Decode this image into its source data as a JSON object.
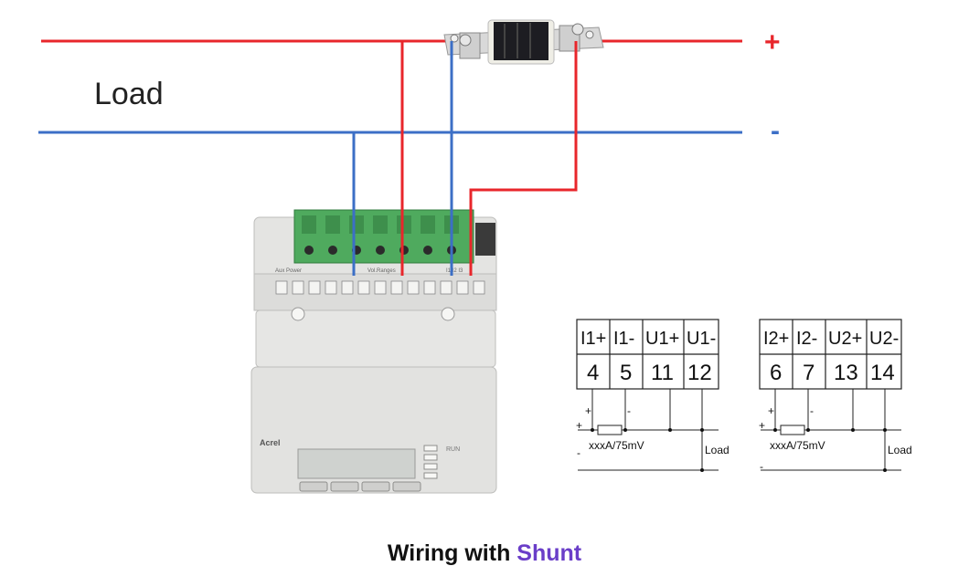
{
  "load_label": "Load",
  "polarity": {
    "plus": "+",
    "minus": "-"
  },
  "caption": {
    "prefix": "Wiring with ",
    "highlight": "Shunt"
  },
  "colors": {
    "positive": "#e8262b",
    "negative": "#3c6fc6",
    "highlight": "#6a3ec8",
    "terminal_green": "#4faa5e"
  },
  "meter": {
    "brand": "Acrel",
    "small_labels": [
      "Aux Power",
      "Vol.Ranges",
      "I1 I2 I3",
      "RUN"
    ]
  },
  "schematics": [
    {
      "headers": [
        "I1+",
        "I1-",
        "U1+",
        "U1-"
      ],
      "numbers": [
        "4",
        "5",
        "11",
        "12"
      ],
      "shunt_label": "xxxA/75mV",
      "load_label": "Load",
      "plus": "+",
      "minus": "-"
    },
    {
      "headers": [
        "I2+",
        "I2-",
        "U2+",
        "U2-"
      ],
      "numbers": [
        "6",
        "7",
        "13",
        "14"
      ],
      "shunt_label": "xxxA/75mV",
      "load_label": "Load",
      "plus": "+",
      "minus": "-"
    }
  ]
}
